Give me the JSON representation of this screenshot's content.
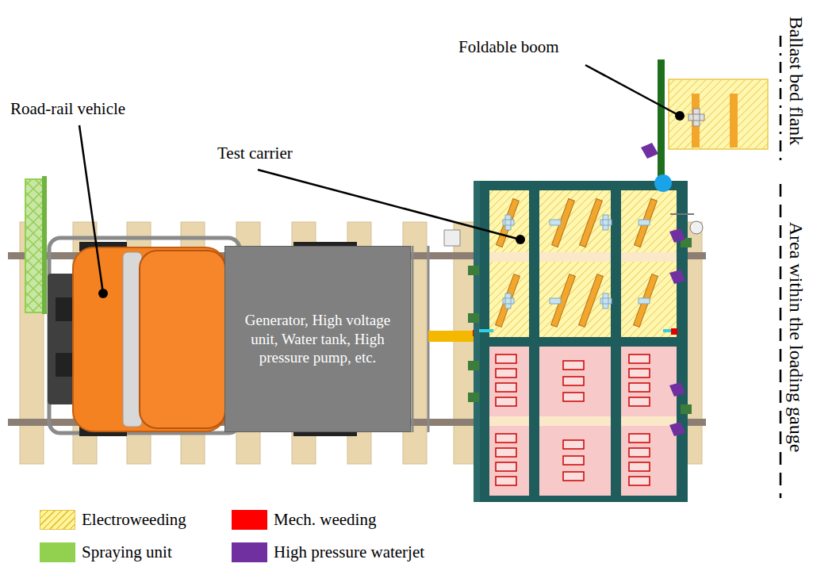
{
  "diagram": {
    "nodes": [
      {
        "text": [
          "Generator, High voltage unit, Water tank, High pressure pump, etc."
        ]
      }
    ],
    "labels": [
      "Foldable boom",
      "Road-rail vehicle",
      "Test carrier",
      "Ballast bed flank",
      "Area within the loading gauge"
    ],
    "legend": [
      {
        "text": "Electroweeding",
        "color": "#fff59d"
      },
      {
        "text": "Spraying unit",
        "color": "#92d050"
      },
      {
        "text": "Mech. weeding",
        "color": "#ff0000"
      },
      {
        "text": "High pressure waterjet",
        "color": "#7030a0"
      }
    ]
  }
}
